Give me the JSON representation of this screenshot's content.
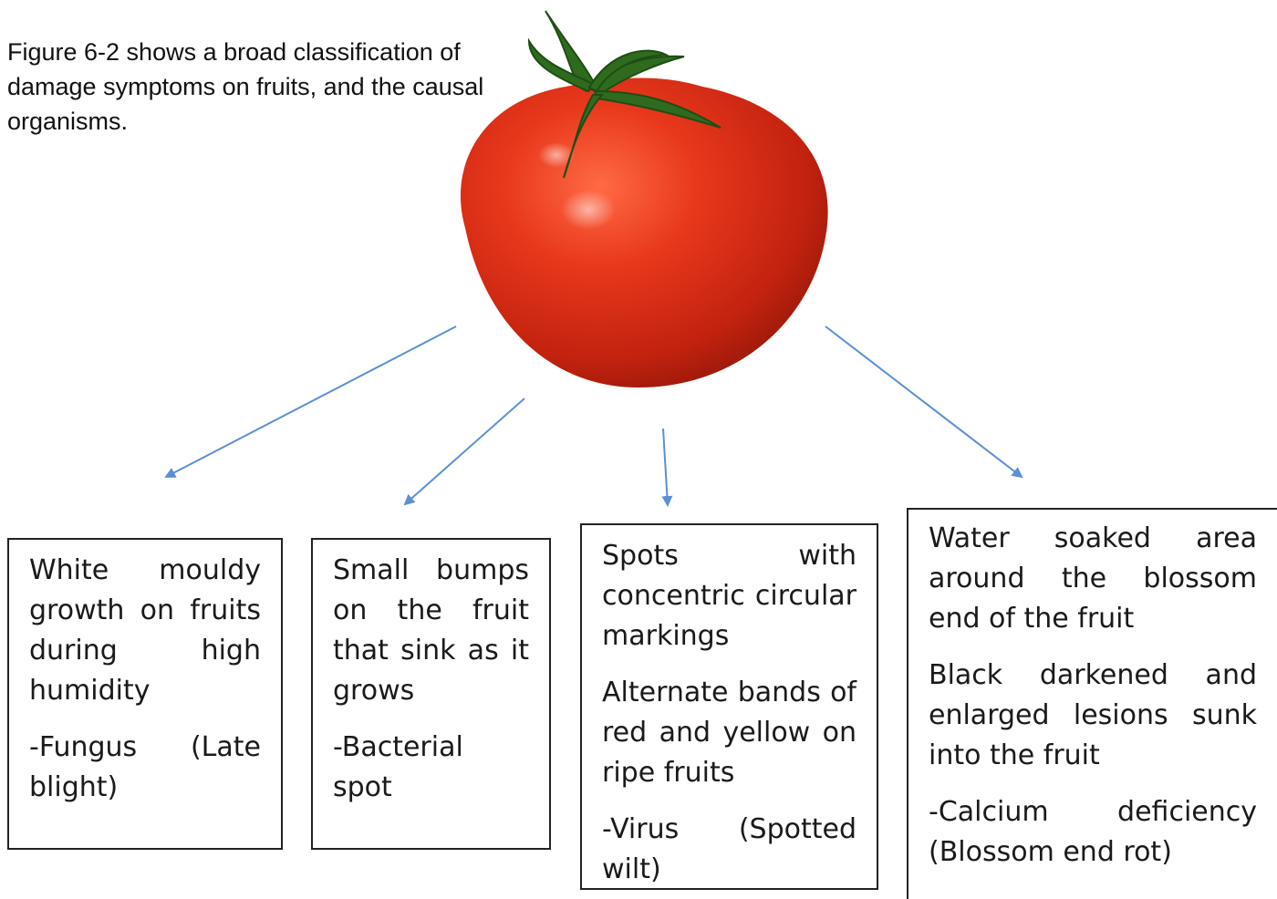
{
  "caption": "Figure 6-2 shows a broad classification of damage symptoms on fruits, and the causal organisms.",
  "image": {
    "subject": "tomato",
    "colors": {
      "fruit": "#d8301a",
      "stem": "#2f6b1f",
      "arrow": "#5b8fd6"
    }
  },
  "boxes": [
    {
      "symptoms": [
        "White mouldy growth on fruits during high humidity"
      ],
      "cause": "-Fungus (Late blight)"
    },
    {
      "symptoms": [
        "Small bumps on the fruit that sink as it grows"
      ],
      "cause": "-Bacterial spot"
    },
    {
      "symptoms": [
        "Spots with concentric circular markings",
        "Alternate bands of red and yellow on ripe fruits"
      ],
      "cause": "-Virus (Spotted wilt)"
    },
    {
      "symptoms": [
        "Water soaked area around the blossom end of the fruit",
        "Black darkened and enlarged lesions sunk into the fruit"
      ],
      "cause": "-Calcium deficiency (Blossom end rot)"
    }
  ]
}
